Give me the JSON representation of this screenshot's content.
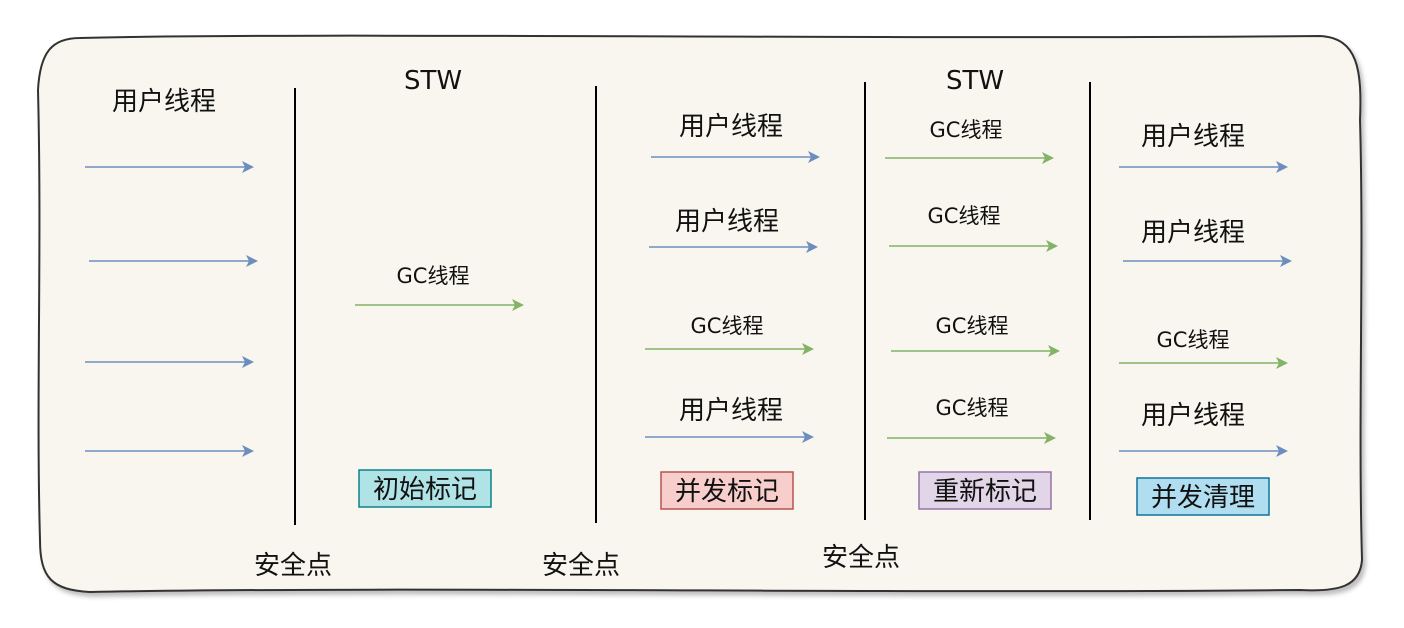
{
  "colors": {
    "background": "#f8f6ee",
    "border": "#333333",
    "user_arrow": "#6c8ebf",
    "gc_arrow": "#82b366",
    "divider": "#000000"
  },
  "columns": [
    {
      "header": "用户线程",
      "rows": [
        {
          "label": "",
          "kind": "user"
        },
        {
          "label": "",
          "kind": "user"
        },
        {
          "label": "",
          "kind": "user"
        },
        {
          "label": "",
          "kind": "user"
        }
      ]
    },
    {
      "header": "STW",
      "rows": [
        {
          "label": "GC线程",
          "kind": "gc"
        }
      ],
      "phase": {
        "label": "初始标记",
        "fill": "#b0e3e6",
        "stroke": "#0e8088"
      }
    },
    {
      "rows": [
        {
          "label": "用户线程",
          "kind": "user"
        },
        {
          "label": "用户线程",
          "kind": "user"
        },
        {
          "label": "GC线程",
          "kind": "gc"
        },
        {
          "label": "用户线程",
          "kind": "user"
        }
      ],
      "phase": {
        "label": "并发标记",
        "fill": "#f8cecc",
        "stroke": "#b85450"
      }
    },
    {
      "header": "STW",
      "rows": [
        {
          "label": "GC线程",
          "kind": "gc"
        },
        {
          "label": "GC线程",
          "kind": "gc"
        },
        {
          "label": "GC线程",
          "kind": "gc"
        },
        {
          "label": "GC线程",
          "kind": "gc"
        }
      ],
      "phase": {
        "label": "重新标记",
        "fill": "#e1d5e7",
        "stroke": "#9673a6"
      }
    },
    {
      "rows": [
        {
          "label": "用户线程",
          "kind": "user"
        },
        {
          "label": "用户线程",
          "kind": "user"
        },
        {
          "label": "GC线程",
          "kind": "gc"
        },
        {
          "label": "用户线程",
          "kind": "user"
        }
      ],
      "phase": {
        "label": "并发清理",
        "fill": "#b1ddf0",
        "stroke": "#10739e"
      }
    }
  ],
  "safepoints": [
    "安全点",
    "安全点",
    "安全点"
  ]
}
